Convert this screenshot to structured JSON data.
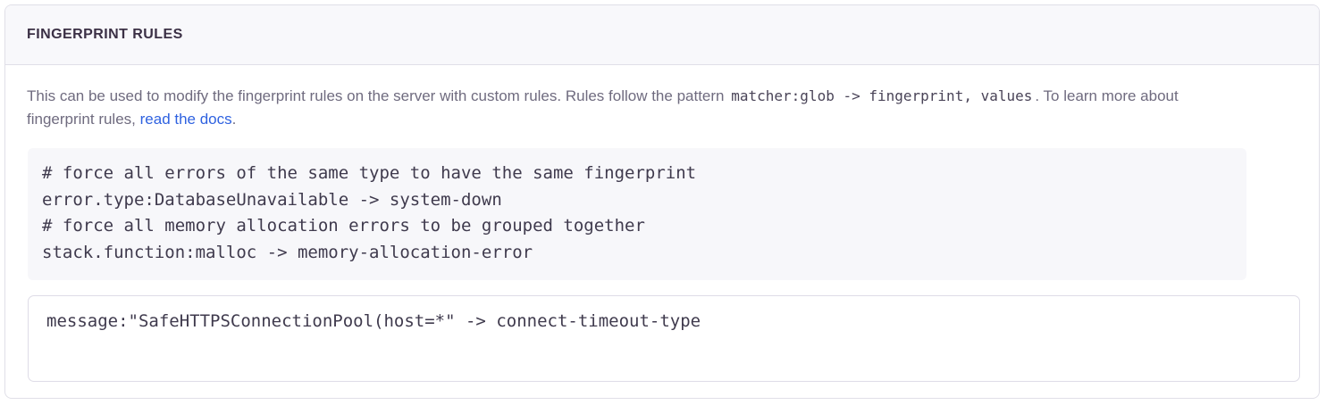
{
  "panel": {
    "title": "FINGERPRINT RULES"
  },
  "description": {
    "part1": "This can be used to modify the fingerprint rules on the server with custom rules. Rules follow the pattern",
    "inline_code": "matcher:glob -> fingerprint, values",
    "part2": ". To learn more about fingerprint rules,",
    "link_label": "read the docs",
    "part3": "."
  },
  "example_code": {
    "lines": [
      "# force all errors of the same type to have the same fingerprint",
      "error.type:DatabaseUnavailable -> system-down",
      "# force all memory allocation errors to be grouped together",
      "stack.function:malloc -> memory-allocation-error"
    ],
    "text": "# force all errors of the same type to have the same fingerprint\nerror.type:DatabaseUnavailable -> system-down\n# force all memory allocation errors to be grouped together\nstack.function:malloc -> memory-allocation-error"
  },
  "rules_input": {
    "value": "message:\"SafeHTTPSConnectionPool(host=*\" -> connect-timeout-type",
    "placeholder": "matcher:glob -> fingerprint, values"
  },
  "colors": {
    "panel_border": "#e0dfe8",
    "header_background": "#f8f8fb",
    "title_text": "#3b3045",
    "body_text": "#6f6b7f",
    "link": "#2f62e0",
    "code_background": "#f7f7fa",
    "code_text": "#3f3a4d"
  }
}
